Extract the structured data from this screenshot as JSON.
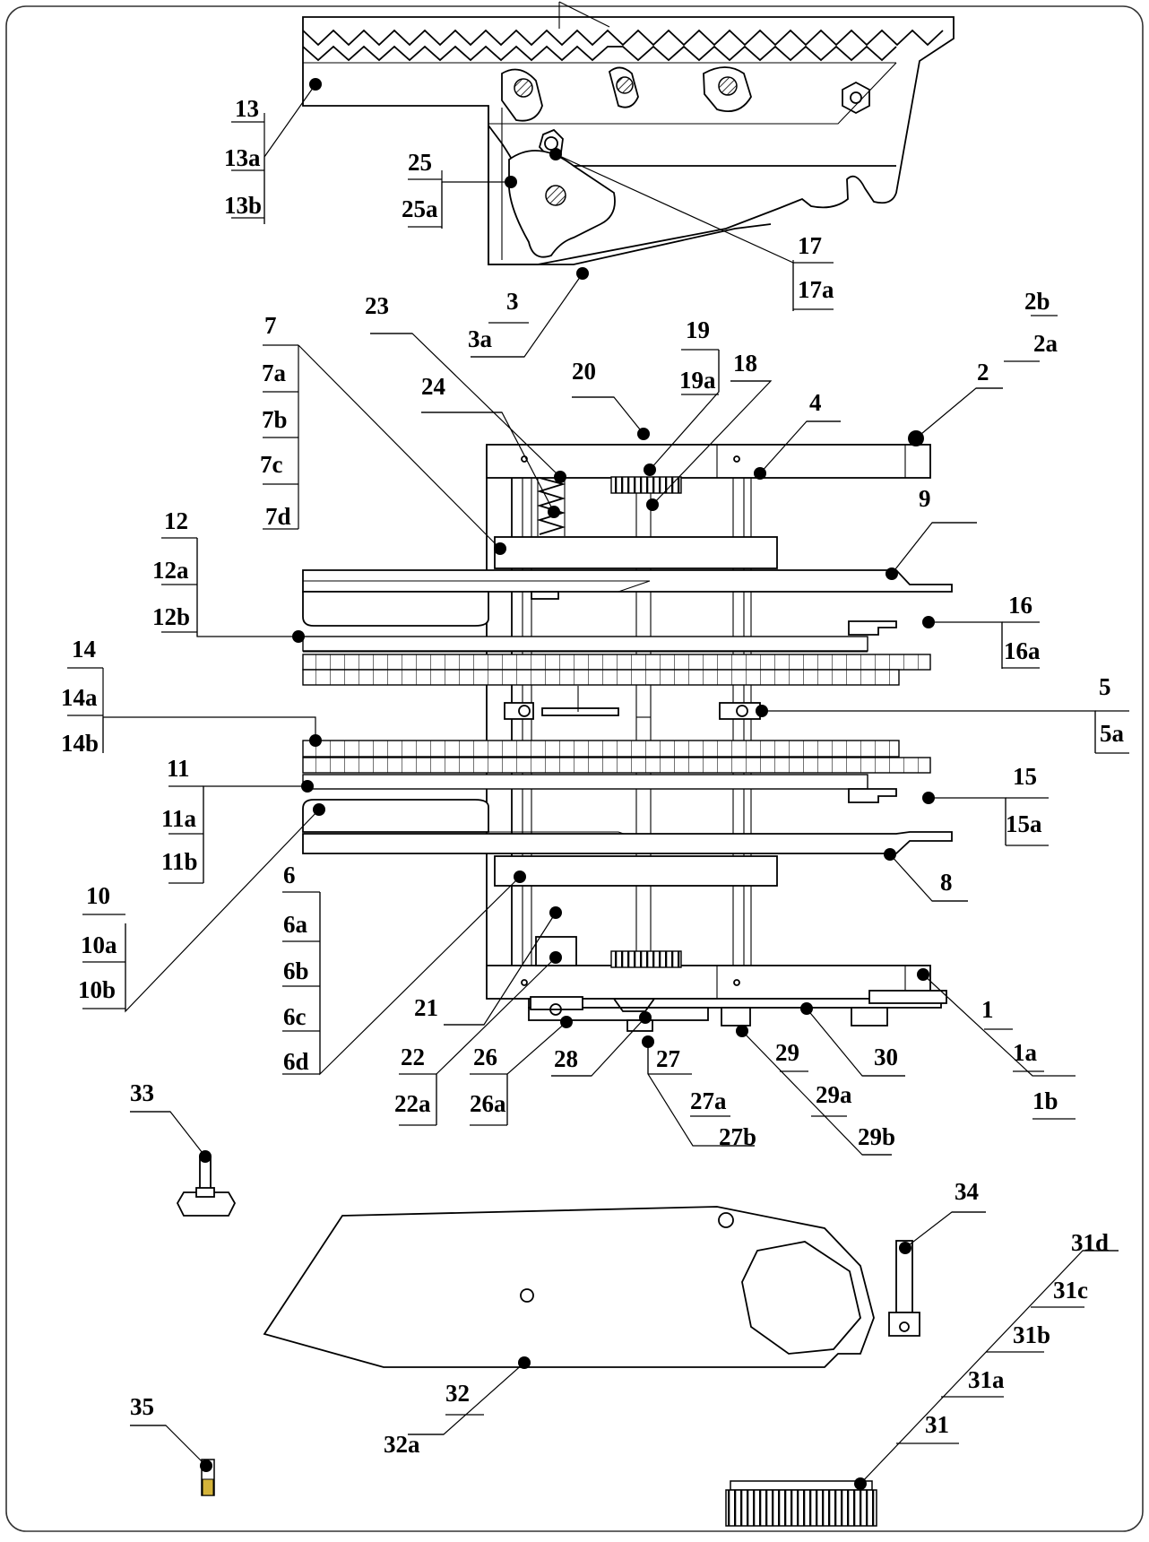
{
  "title": "",
  "colors": {
    "ink": "#000000",
    "paper": "#ffffff",
    "frame": "#333333",
    "pin_accent": "#d4b33a"
  },
  "callouts": [
    {
      "id": "13",
      "labels": [
        "13",
        "13a",
        "13b"
      ]
    },
    {
      "id": "25",
      "labels": [
        "25",
        "25a"
      ]
    },
    {
      "id": "17",
      "labels": [
        "17",
        "17a"
      ]
    },
    {
      "id": "3",
      "labels": [
        "3",
        "3a"
      ]
    },
    {
      "id": "7",
      "labels": [
        "7",
        "7a",
        "7b",
        "7c",
        "7d"
      ]
    },
    {
      "id": "23",
      "labels": [
        "23"
      ]
    },
    {
      "id": "24",
      "labels": [
        "24"
      ]
    },
    {
      "id": "20",
      "labels": [
        "20"
      ]
    },
    {
      "id": "19",
      "labels": [
        "19",
        "19a"
      ]
    },
    {
      "id": "18",
      "labels": [
        "18"
      ]
    },
    {
      "id": "4",
      "labels": [
        "4"
      ]
    },
    {
      "id": "2",
      "labels": [
        "2b",
        "2a",
        "2"
      ]
    },
    {
      "id": "9",
      "labels": [
        "9"
      ]
    },
    {
      "id": "12",
      "labels": [
        "12",
        "12a",
        "12b"
      ]
    },
    {
      "id": "16",
      "labels": [
        "16",
        "16a"
      ]
    },
    {
      "id": "14",
      "labels": [
        "14",
        "14a",
        "14b"
      ]
    },
    {
      "id": "5",
      "labels": [
        "5",
        "5a"
      ]
    },
    {
      "id": "11",
      "labels": [
        "11",
        "11a",
        "11b"
      ]
    },
    {
      "id": "15",
      "labels": [
        "15",
        "15a"
      ]
    },
    {
      "id": "10",
      "labels": [
        "10",
        "10a",
        "10b"
      ]
    },
    {
      "id": "8",
      "labels": [
        "8"
      ]
    },
    {
      "id": "6",
      "labels": [
        "6",
        "6a",
        "6b",
        "6c",
        "6d"
      ]
    },
    {
      "id": "21",
      "labels": [
        "21"
      ]
    },
    {
      "id": "22",
      "labels": [
        "22",
        "22a"
      ]
    },
    {
      "id": "26",
      "labels": [
        "26",
        "26a"
      ]
    },
    {
      "id": "28",
      "labels": [
        "28"
      ]
    },
    {
      "id": "27",
      "labels": [
        "27",
        "27a",
        "27b"
      ]
    },
    {
      "id": "29",
      "labels": [
        "29",
        "29a",
        "29b"
      ]
    },
    {
      "id": "30",
      "labels": [
        "30"
      ]
    },
    {
      "id": "1",
      "labels": [
        "1",
        "1a",
        "1b"
      ]
    },
    {
      "id": "33",
      "labels": [
        "33"
      ]
    },
    {
      "id": "34",
      "labels": [
        "34"
      ]
    },
    {
      "id": "31",
      "labels": [
        "31d",
        "31c",
        "31b",
        "31a",
        "31"
      ]
    },
    {
      "id": "32",
      "labels": [
        "32",
        "32a"
      ]
    },
    {
      "id": "35",
      "labels": [
        "35"
      ]
    }
  ]
}
